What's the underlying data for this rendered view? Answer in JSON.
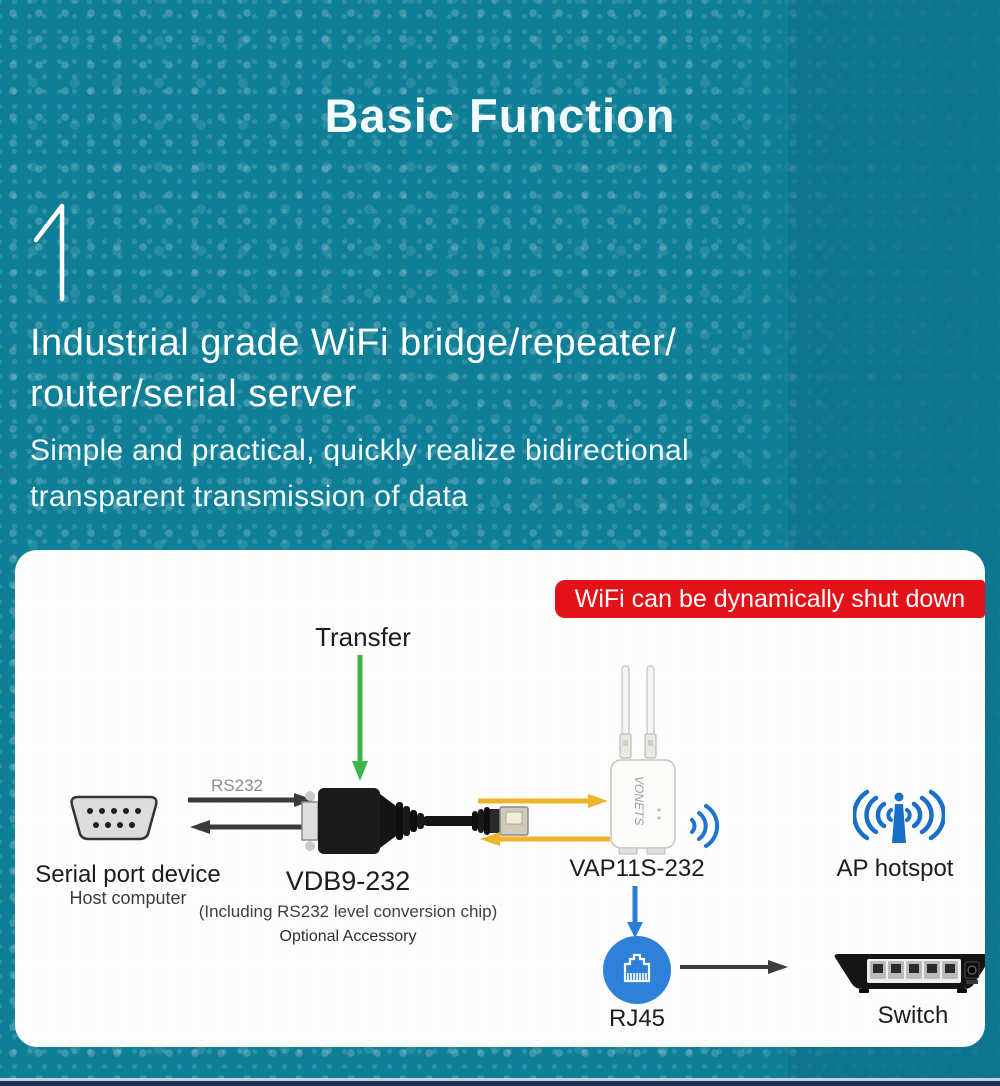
{
  "header": {
    "section_number": "1",
    "title": "Basic Function"
  },
  "headline": {
    "line1": "Industrial grade WiFi bridge/repeater/",
    "line2": "router/serial server"
  },
  "subheadline": {
    "line1": "Simple and practical, quickly realize bidirectional",
    "line2": "transparent transmission of data"
  },
  "diagram": {
    "badge": "WiFi can be dynamically shut down",
    "transfer_label": "Transfer",
    "rs232_label": "RS232",
    "serial_device": {
      "label": "Serial port device",
      "sublabel": "Host computer"
    },
    "adapter": {
      "label": "VDB9-232",
      "note1": "(Including RS232 level conversion chip)",
      "note2": "Optional Accessory"
    },
    "bridge": {
      "label": "VAP11S-232",
      "logo": "VONETS"
    },
    "ap_hotspot": {
      "label": "AP hotspot"
    },
    "rj45": {
      "label": "RJ45"
    },
    "switch": {
      "label": "Switch"
    }
  },
  "icons": {
    "wifi_signal": "wifi-signal-icon",
    "ap_antenna": "ap-antenna-icon",
    "rj45_jack": "rj45-jack-icon",
    "db9_connector": "db9-connector-icon",
    "serial_adapter": "serial-adapter-icon",
    "wifi_bridge_device": "wifi-bridge-device-icon",
    "network_switch": "network-switch-icon"
  },
  "colors": {
    "background_teal": "#0f7e97",
    "panel_white": "#fdfdfd",
    "badge_red": "#e31219",
    "arrow_green": "#3bb54a",
    "arrow_yellow": "#efb32c",
    "accent_blue": "#2b7cd3",
    "dark_arrow": "#3d3d3d",
    "bottom_bar_navy": "#1c3457"
  }
}
